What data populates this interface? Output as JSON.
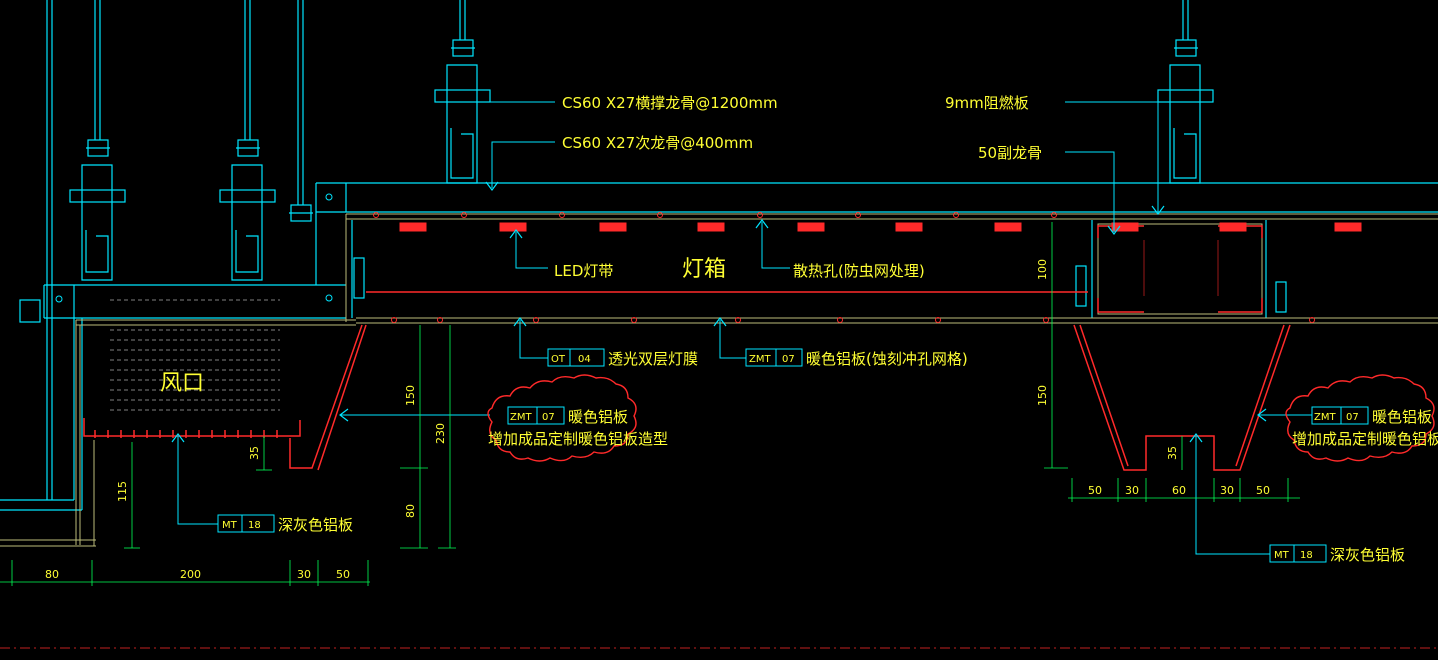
{
  "colors": {
    "background": "#000000",
    "structure": "#00e5ff",
    "text": "#ffff33",
    "dimension": "#00ff55",
    "accent": "#ff2a2a",
    "panel": "#bcbc7a",
    "fill": "#ffffff"
  },
  "annotations": {
    "main_keel": "CS60 X27横撑龙骨@1200mm",
    "sub_keel": "CS60 X27次龙骨@400mm",
    "board": "9mm阻燃板",
    "sub_keel_50": "50副龙骨",
    "led": "LED灯带",
    "lightbox": "灯箱",
    "vent_holes": "散热孔(防虫网处理)",
    "air_outlet": "风口",
    "film": "透光双层灯膜",
    "perforated": "暖色铝板(蚀刻冲孔网格)",
    "warm_al": "暖色铝板",
    "warm_al_note": "增加成品定制暖色铝板造型",
    "dark_al": "深灰色铝板"
  },
  "tags": {
    "ot04": [
      "OT",
      "04"
    ],
    "zmt07": [
      "ZMT",
      "07"
    ],
    "mt18": [
      "MT",
      "18"
    ]
  },
  "dimensions": {
    "bottom_left": [
      "80",
      "200",
      "30",
      "50"
    ],
    "bottom_right": [
      "50",
      "30",
      "60",
      "30",
      "50"
    ],
    "v100": "100",
    "v150": "150",
    "v230": "230",
    "v80": "80",
    "v35": "35",
    "v115": "115"
  }
}
